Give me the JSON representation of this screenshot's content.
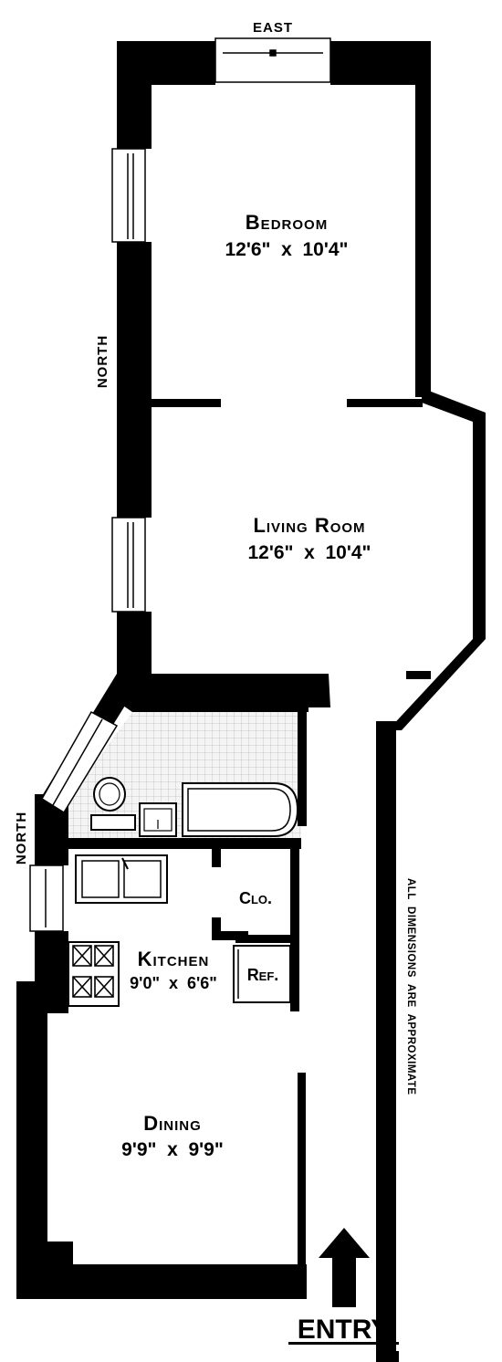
{
  "compass": {
    "east": "EAST",
    "north_upper": "NORTH",
    "north_lower": "NORTH"
  },
  "rooms": {
    "bedroom": {
      "name": "Bedroom",
      "dimensions": "12'6\"  x  10'4\""
    },
    "living_room": {
      "name": "Living Room",
      "dimensions": "12'6\"  x  10'4\""
    },
    "kitchen": {
      "name": "Kitchen",
      "dimensions": "9'0\"  x  6'6\""
    },
    "dining": {
      "name": "Dining",
      "dimensions": "9'9\"  x  9'9\""
    },
    "closet": {
      "name": "Clo."
    },
    "refrigerator": {
      "name": "Ref."
    }
  },
  "note": "ALL  DIMENSIONS  ARE  APPROXIMATE",
  "entry": "ENTRY",
  "colors": {
    "wall": "#000000",
    "background": "#ffffff",
    "tile": "#d8d8d8"
  }
}
